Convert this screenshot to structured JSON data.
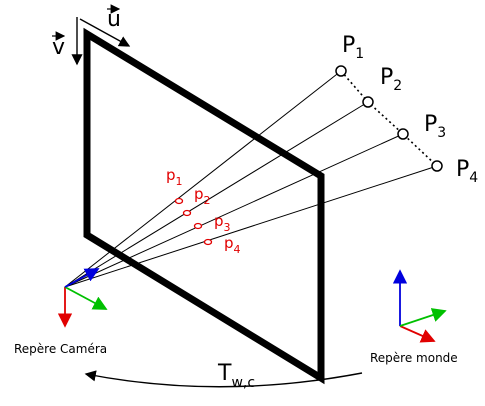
{
  "vectors": {
    "u": "u",
    "v": "v"
  },
  "world_points": [
    {
      "letter": "P",
      "index": "1"
    },
    {
      "letter": "P",
      "index": "2"
    },
    {
      "letter": "P",
      "index": "3"
    },
    {
      "letter": "P",
      "index": "4"
    }
  ],
  "image_points": [
    {
      "letter": "p",
      "index": "1"
    },
    {
      "letter": "p",
      "index": "2"
    },
    {
      "letter": "p",
      "index": "3"
    },
    {
      "letter": "p",
      "index": "4"
    }
  ],
  "frames": {
    "camera": "Repère Caméra",
    "world": "Repère monde"
  },
  "transform": {
    "letter": "T",
    "subscript": "w,c"
  },
  "colors": {
    "image_point": "#e10000",
    "axis_x": "#e10000",
    "axis_y": "#00c000",
    "axis_z": "#0000dd",
    "ink": "#000000"
  }
}
